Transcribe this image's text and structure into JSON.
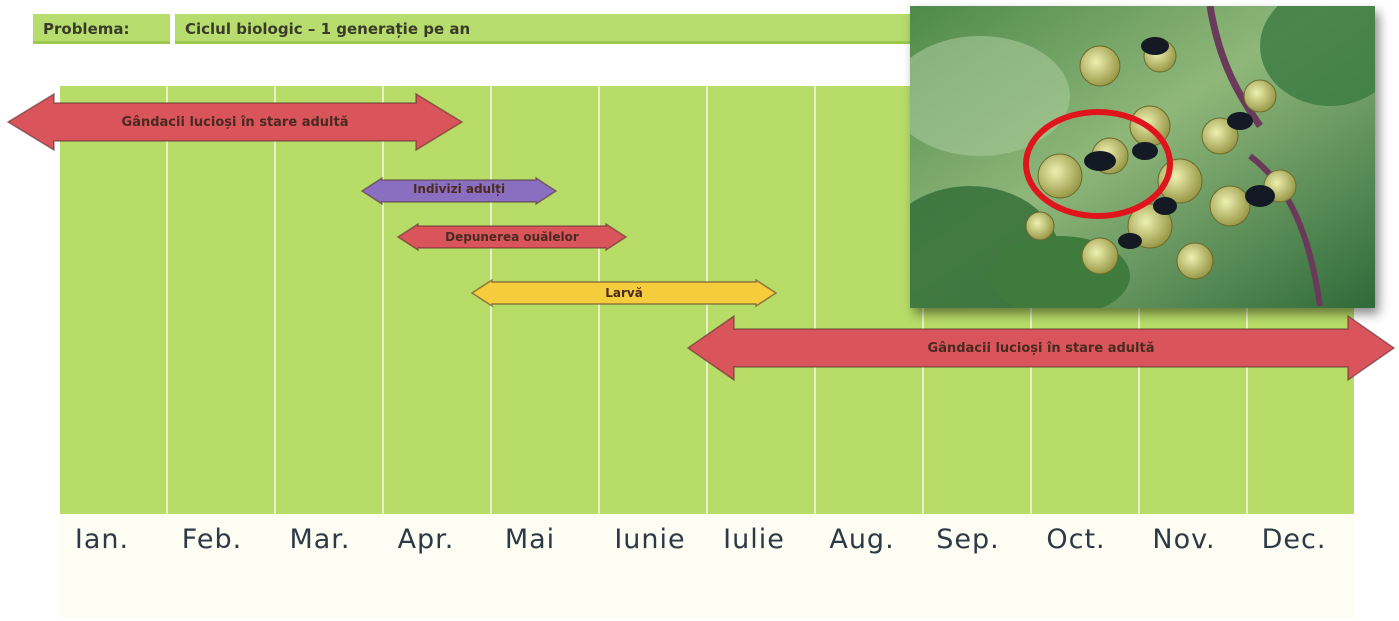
{
  "header": {
    "label": "Problema:",
    "title": "Ciclul biologic – 1 generație pe an"
  },
  "months": [
    "Ian.",
    "Feb.",
    "Mar.",
    "Apr.",
    "Mai",
    "Iunie",
    "Iulie",
    "Aug.",
    "Sep.",
    "Oct.",
    "Nov.",
    "Dec."
  ],
  "stages": [
    {
      "label": "Gândacii lucioși în stare adultă",
      "color": "#d9555b"
    },
    {
      "label": "Indivizi adulți",
      "color": "#8a6fc0"
    },
    {
      "label": "Depunerea ouălelor",
      "color": "#d9555b"
    },
    {
      "label": "Larvă",
      "color": "#f5cc3c"
    },
    {
      "label": "Gândacii lucioși în stare adultă",
      "color": "#d9555b"
    }
  ],
  "colors": {
    "grid": "#b8dc68",
    "header": "#b6dd6e",
    "month_text": "#2c3a45",
    "photo_circle": "#e0141c"
  },
  "photo": {
    "icon": "beetle-photo"
  }
}
